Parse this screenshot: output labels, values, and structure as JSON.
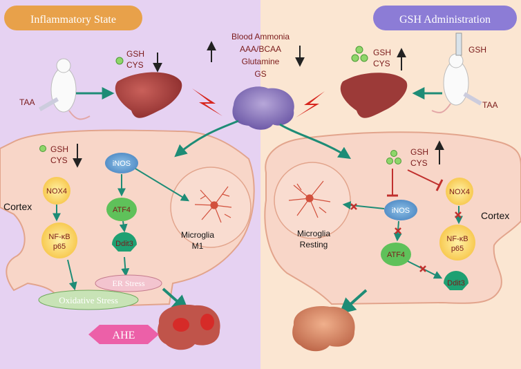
{
  "left_panel": {
    "title": "Inflammatory State",
    "gsh": "GSH",
    "cys": "CYS",
    "taa": "TAA",
    "cortex": "Cortex",
    "nodes": {
      "gsh": "GSH",
      "cys": "CYS",
      "nox4": "NOX4",
      "nfkb": "NF-κB",
      "p65": "p65",
      "inos": "iNOS",
      "atf4": "ATF4",
      "ddit3": "Ddit3",
      "microglia": "Microglia",
      "m1": "M1",
      "er_stress": "ER Stress",
      "oxidative_stress": "Oxidative Stress"
    },
    "outcome": "AHE"
  },
  "center": {
    "lines": [
      "Blood Ammonia",
      "AAA/BCAA",
      "Glutamine",
      "GS"
    ]
  },
  "right_panel": {
    "title": "GSH Administration",
    "gsh": "GSH",
    "cys": "CYS",
    "gsh_syringe": "GSH",
    "taa": "TAA",
    "cortex": "Cortex",
    "nodes": {
      "gsh": "GSH",
      "cys": "CYS",
      "nox4": "NOX4",
      "nfkb": "NF-κB",
      "p65": "p65",
      "inos": "iNOS",
      "atf4": "ATF4",
      "ddit3": "Ddit3",
      "microglia": "Microglia",
      "resting": "Resting"
    }
  },
  "colors": {
    "left_bg": "#e6d2f2",
    "right_bg": "#fbe6d2",
    "arrow_teal": "#1e8c76",
    "inhibit_red": "#c0302d",
    "text_dark_red": "#7a1a1a",
    "title_left_bg": "#e8a14a",
    "title_right_bg": "#8c7cd6"
  }
}
